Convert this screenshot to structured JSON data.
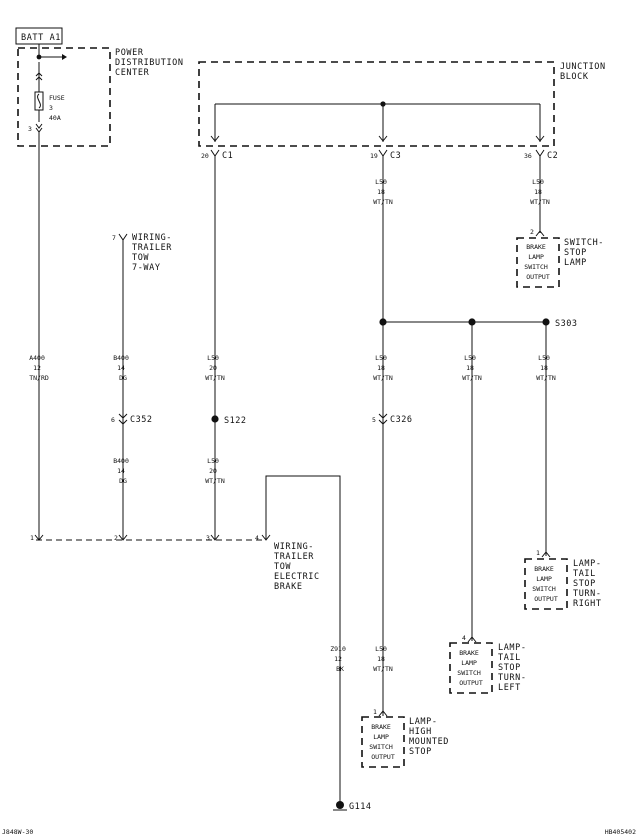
{
  "battery_label": "BATT A1",
  "pdc": {
    "label_lines": [
      "POWER",
      "DISTRIBUTION",
      "CENTER"
    ],
    "fuse_label": "FUSE",
    "fuse_number": "3",
    "fuse_rating": "40A",
    "out_pin": "3"
  },
  "junction_block": {
    "label_lines": [
      "JUNCTION",
      "BLOCK"
    ],
    "connectors": [
      {
        "pin": "20",
        "name": "C1"
      },
      {
        "pin": "19",
        "name": "C3"
      },
      {
        "pin": "36",
        "name": "C2"
      }
    ]
  },
  "wires": {
    "a400": [
      "A400",
      "12",
      "TN/RD"
    ],
    "b400_upper": [
      "B400",
      "14",
      "DG"
    ],
    "b400_lower": [
      "B400",
      "14",
      "DG"
    ],
    "l50_c1_upper": [
      "L50",
      "20",
      "WT/TN"
    ],
    "l50_c1_lower": [
      "L50",
      "20",
      "WT/TN"
    ],
    "l50_c3": [
      "L50",
      "18",
      "WT/TN"
    ],
    "l50_c2": [
      "L50",
      "18",
      "WT/TN"
    ],
    "l50_high": [
      "L50",
      "18",
      "WT/TN"
    ],
    "l50_left": [
      "L50",
      "18",
      "WT/TN"
    ],
    "l50_right": [
      "L50",
      "18",
      "WT/TN"
    ],
    "l50_high_lower": [
      "L50",
      "18",
      "WT/TN"
    ],
    "z910": [
      "Z910",
      "12",
      "BK"
    ]
  },
  "connectors": {
    "c352": {
      "pin": "6",
      "name": "C352"
    },
    "c326": {
      "pin": "5",
      "name": "C326"
    },
    "trailer_7way": {
      "pin": "7",
      "label_lines": [
        "WIRING-",
        "TRAILER",
        "TOW",
        "7-WAY"
      ]
    }
  },
  "splices": {
    "s122": "S122",
    "s303": "S303"
  },
  "ground": "G114",
  "brake_module": {
    "pins": [
      "1",
      "2",
      "3",
      "4"
    ],
    "label_lines": [
      "WIRING-",
      "TRAILER",
      "TOW",
      "ELECTRIC",
      "BRAKE"
    ]
  },
  "switch_box_lines": [
    "BRAKE",
    "LAMP",
    "SWITCH",
    "OUTPUT"
  ],
  "components": {
    "switch_stop_lamp": {
      "pin": "2",
      "label_lines": [
        "SWITCH-",
        "STOP",
        "LAMP"
      ]
    },
    "lamp_tail_right": {
      "pin": "1",
      "label_lines": [
        "LAMP-",
        "TAIL",
        "STOP",
        "TURN-",
        "RIGHT"
      ]
    },
    "lamp_tail_left": {
      "pin": "4",
      "label_lines": [
        "LAMP-",
        "TAIL",
        "STOP",
        "TURN-",
        "LEFT"
      ]
    },
    "lamp_high_mount": {
      "pin": "1",
      "label_lines": [
        "LAMP-",
        "HIGH",
        "MOUNTED",
        "STOP"
      ]
    }
  },
  "footer": {
    "left_code": "J848W-30",
    "right_code": "HB405402"
  }
}
